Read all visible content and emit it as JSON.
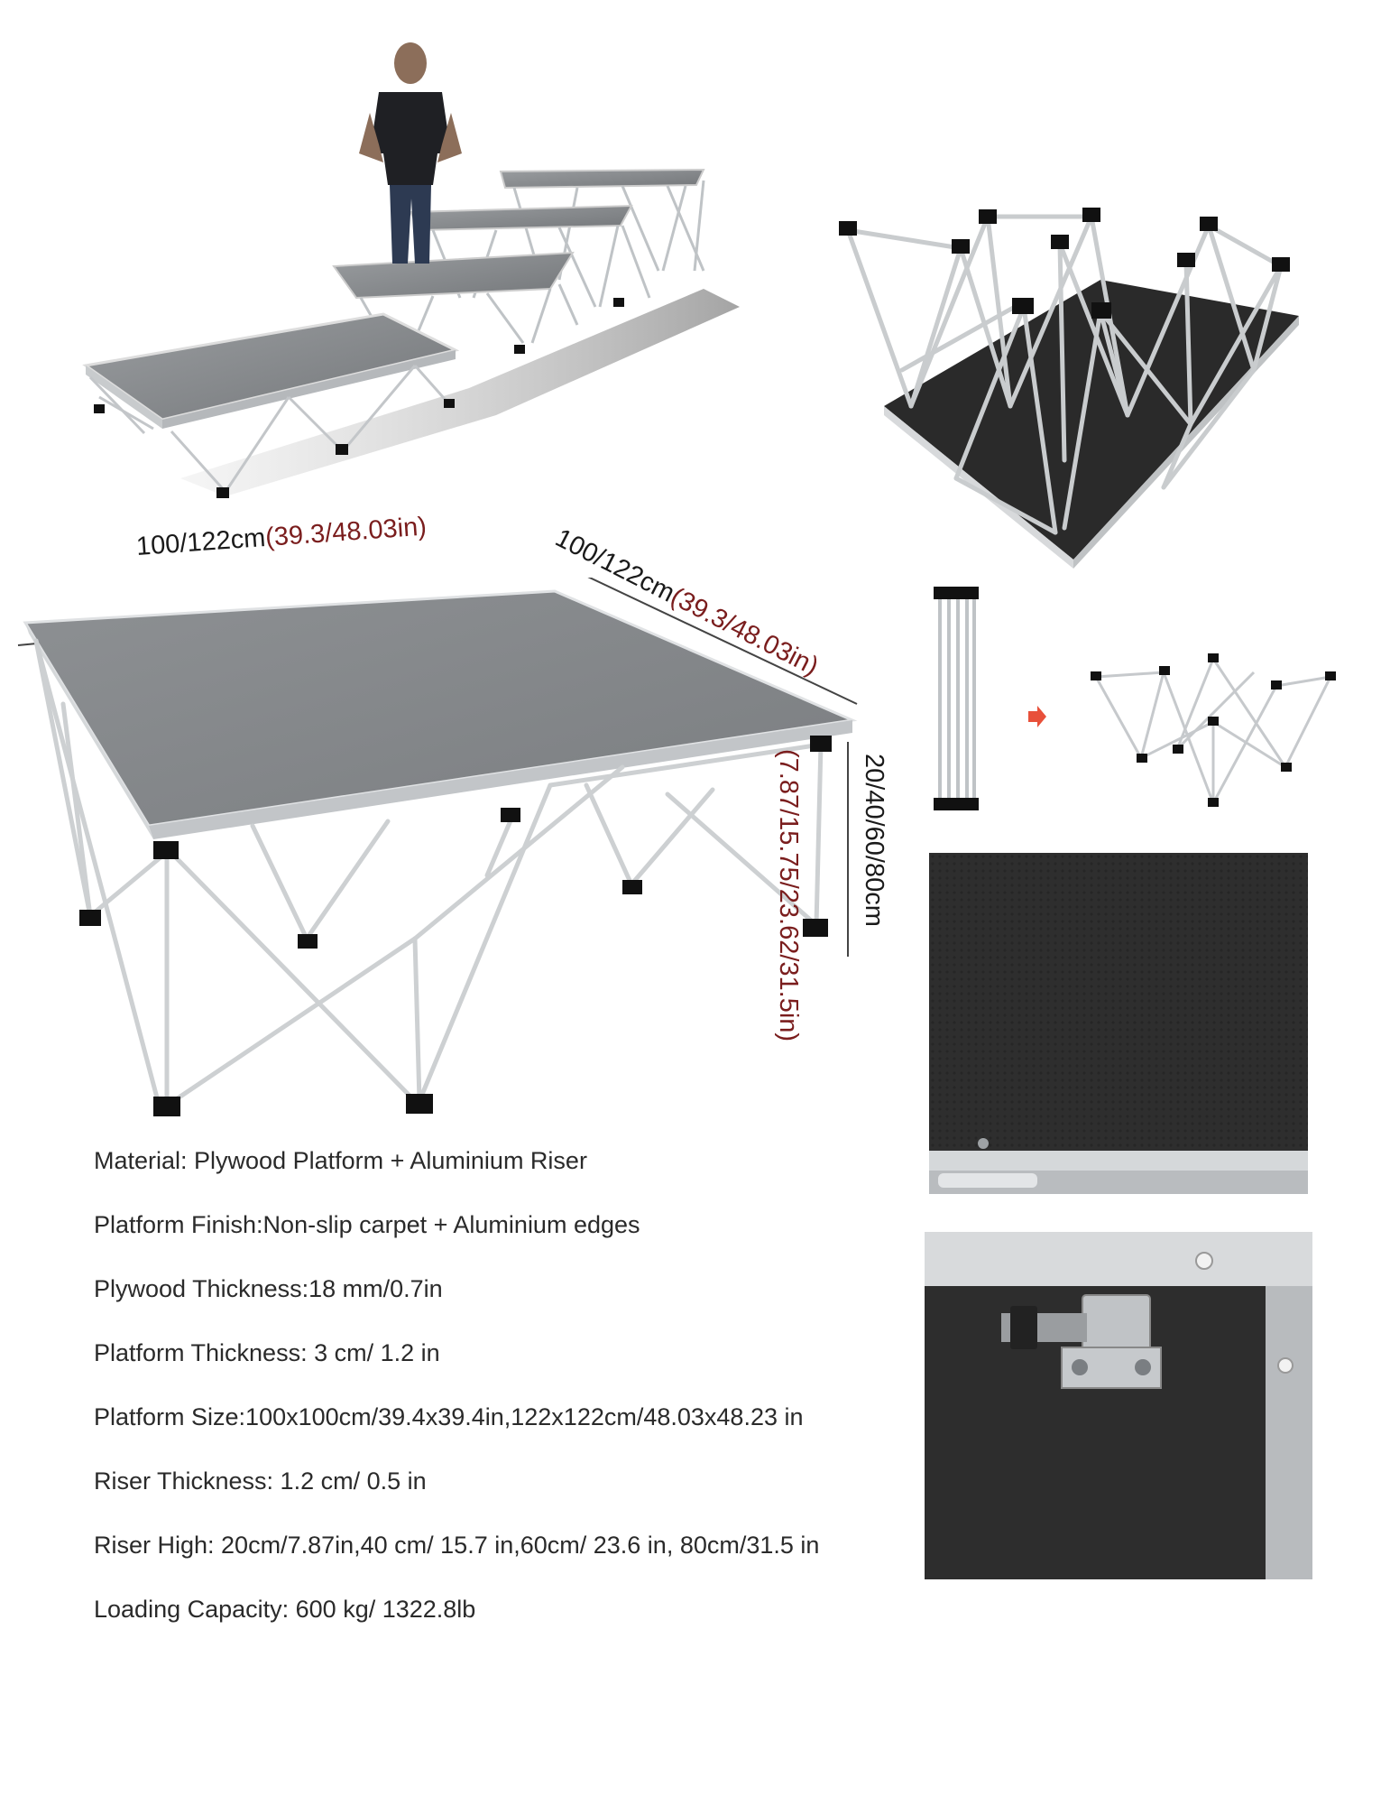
{
  "dimensions": {
    "width_label": "100/122cm",
    "width_label_imperial": "(39.3/48.03in)",
    "depth_label": "100/122cm",
    "depth_label_imperial": "(39.3/48.03in)",
    "height_label": "20/40/60/80cm",
    "height_label_imperial": "(7.87/15.75/23.62/31.5in)"
  },
  "specs": [
    "Material: Plywood Platform + Aluminium Riser",
    "Platform Finish:Non-slip carpet + Aluminium edges",
    "Plywood Thickness:18 mm/0.7in",
    "Platform Thickness: 3 cm/ 1.2 in",
    "Platform Size:100x100cm/39.4x39.4in,122x122cm/48.03x48.23 in",
    "Riser Thickness: 1.2 cm/ 0.5 in",
    "Riser High: 20cm/7.87in,40 cm/ 15.7 in,60cm/ 23.6 in, 80cm/31.5 in",
    "Loading Capacity: 600 kg/ 1322.8lb"
  ],
  "colors": {
    "carpet": "#8a8d90",
    "deck_black": "#2c2c2c",
    "aluminium": "#cfd2d4",
    "imperial_text": "#7a1d1d",
    "arrow": "#e8503a"
  }
}
